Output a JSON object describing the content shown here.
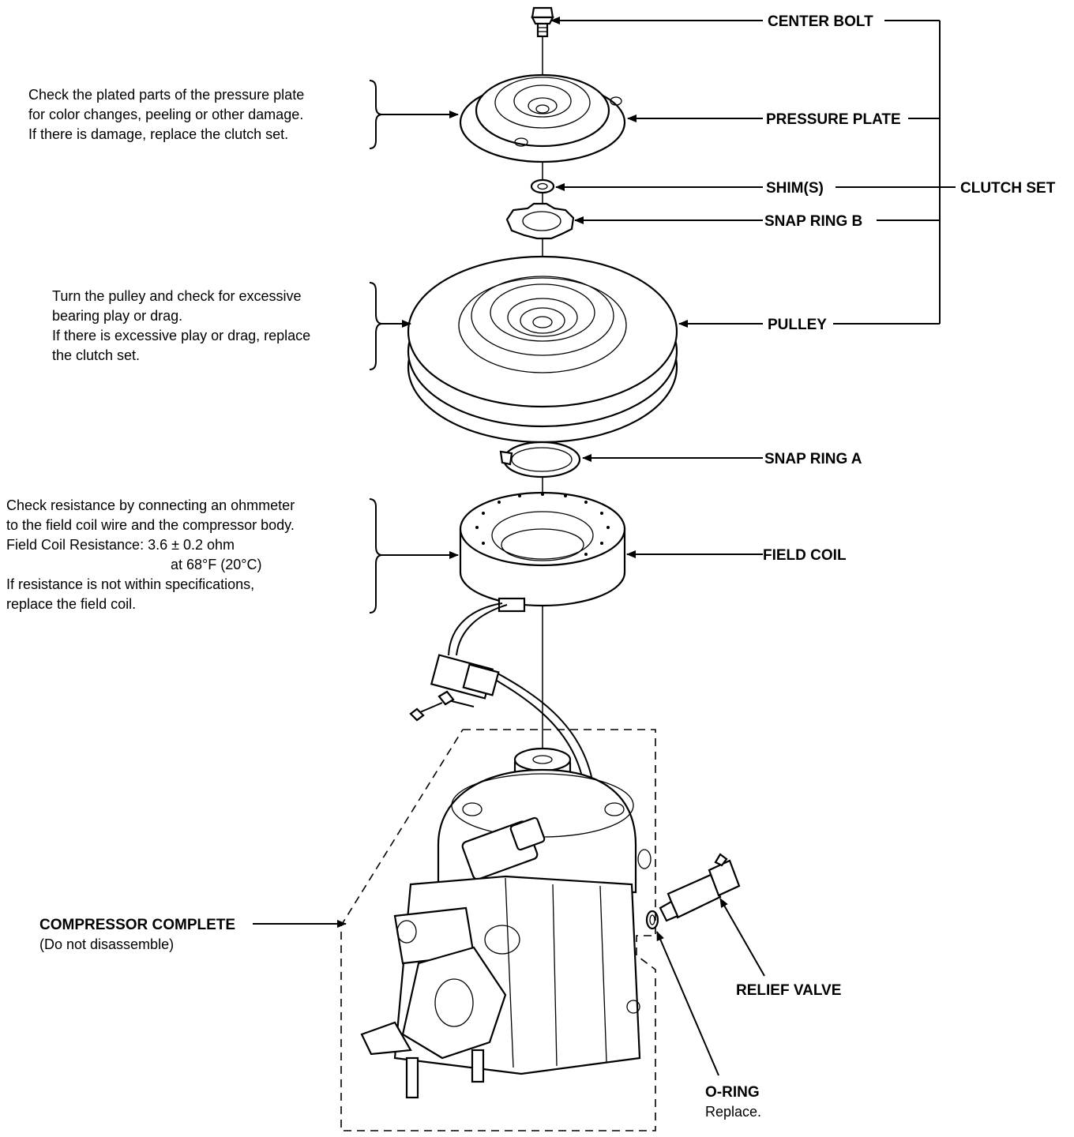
{
  "labels": {
    "center_bolt": "CENTER BOLT",
    "pressure_plate": "PRESSURE PLATE",
    "shims": "SHIM(S)",
    "snap_ring_b": "SNAP RING B",
    "clutch_set": "CLUTCH SET",
    "pulley": "PULLEY",
    "snap_ring_a": "SNAP RING A",
    "field_coil": "FIELD COIL",
    "compressor_complete": "COMPRESSOR COMPLETE",
    "compressor_note": "(Do not disassemble)",
    "relief_valve": "RELIEF VALVE",
    "o_ring": "O-RING",
    "o_ring_note": "Replace."
  },
  "notes": {
    "pressure_plate": [
      "Check the plated parts of the pressure plate",
      "for color changes, peeling or other damage.",
      "If there is damage, replace the clutch set."
    ],
    "pulley": [
      "Turn the pulley and check for excessive",
      "bearing play or drag.",
      "If there is excessive play or drag, replace",
      "the clutch set."
    ],
    "field_coil": [
      "Check resistance by connecting an ohmmeter",
      "to the field coil wire and the compressor body.",
      "Field Coil Resistance: 3.6 ± 0.2 ohm",
      "at 68°F (20°C)",
      "If resistance is not within specifications,",
      "replace the field coil."
    ]
  }
}
